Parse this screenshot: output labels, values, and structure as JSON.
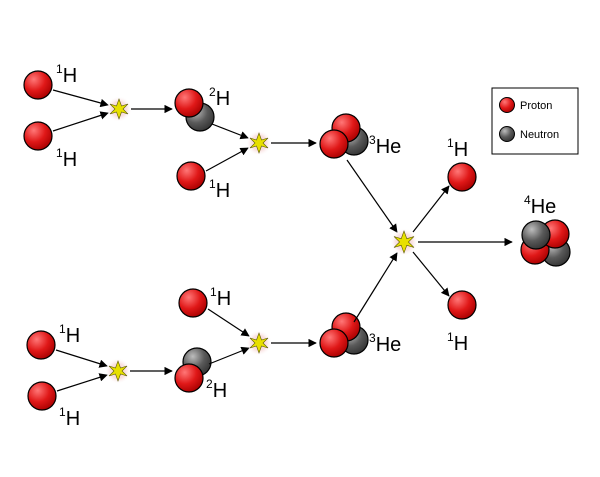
{
  "colors": {
    "proton": "#e01818",
    "proton_highlight": "#ff7777",
    "neutron": "#5a5a5a",
    "neutron_highlight": "#bdbdbd",
    "flash_core": "#e8e000",
    "flash_glow": "#f7c6c6"
  },
  "legend": {
    "proton_label": "Proton",
    "neutron_label": "Neutron"
  },
  "labels": {
    "h1_mass": "1",
    "h1_symbol": "H",
    "h2_mass": "2",
    "h2_symbol": "H",
    "he3_mass": "3",
    "he3_symbol": "He",
    "he4_mass": "4",
    "he4_symbol": "He"
  },
  "icons": [
    "proton-icon",
    "neutron-icon",
    "fusion-flash-icon",
    "arrow-icon"
  ]
}
